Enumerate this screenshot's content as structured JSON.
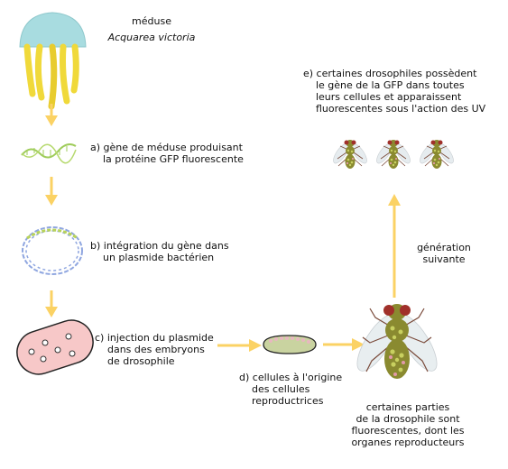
{
  "jellyfish": {
    "name": "méduse",
    "species": "Acquarea victoria"
  },
  "steps": {
    "a": "a) gène de méduse produisant\n    la protéine GFP fluorescente",
    "b": "b) intégration du gène dans\n    un plasmide bactérien",
    "c": "c) injection du plasmide\n    dans des embryons\n    de drosophile",
    "d": "d) cellules à l'origine\n    des cellules\n    reproductrices",
    "e": "e) certaines drosophiles possèdent\n    le gène de la GFP dans toutes\n    leurs cellules et apparaissent\n    fluorescentes sous l'action des UV"
  },
  "notes": {
    "next_generation": "génération\nsuivante",
    "fly_parts": "certaines parties\nde la drosophile sont\nfluorescentes, dont les\norganes reproducteurs"
  },
  "colors": {
    "arrow": "#fbd264",
    "jelly_bell": "#a8dce0",
    "jelly_tentacles": "#f0d93a",
    "gene_strand": "#9fcc5a",
    "plasmid_blue": "#8fa6e0",
    "plasmid_green": "#b8d35a",
    "embryo": "#f7c8c8",
    "fly_body": "#8a8a30",
    "fly_eye": "#a0302a"
  }
}
